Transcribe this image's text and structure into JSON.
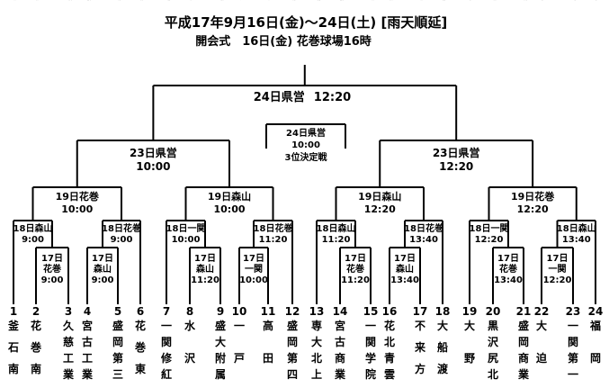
{
  "header": {
    "title": "平成17年9月16日(金)～24日(土) [雨天順延]",
    "subtitle": "開会式　16日(金) 花巻球場16時"
  },
  "final": {
    "date_venue": "24日県営",
    "time": "12:20"
  },
  "third_place": {
    "date_venue": "24日県営",
    "time": "10:00",
    "label": "3位決定戦"
  },
  "semifinals": [
    {
      "date_venue": "23日県営",
      "time": "10:00"
    },
    {
      "date_venue": "23日県営",
      "time": "12:20"
    }
  ],
  "quarterfinals": [
    {
      "date_venue": "19日花巻",
      "time": "10:00"
    },
    {
      "date_venue": "19日森山",
      "time": "10:00"
    },
    {
      "date_venue": "19日森山",
      "time": "12:20"
    },
    {
      "date_venue": "19日花巻",
      "time": "12:20"
    }
  ],
  "round2": [
    {
      "date_venue": "18日森山",
      "time": "9:00"
    },
    {
      "date_venue": "18日花巻",
      "time": "9:00"
    },
    {
      "date_venue": "18日一関",
      "time": "10:00"
    },
    {
      "date_venue": "18日花巻",
      "time": "11:20"
    },
    {
      "date_venue": "18日森山",
      "time": "11:20"
    },
    {
      "date_venue": "18日花巻",
      "time": "13:40"
    },
    {
      "date_venue": "18日一関",
      "time": "12:20"
    },
    {
      "date_venue": "18日森山",
      "time": "13:40"
    }
  ],
  "round1": [
    {
      "date": "17日",
      "venue": "花巻",
      "time": "9:00"
    },
    {
      "date": "17日",
      "venue": "森山",
      "time": "9:00"
    },
    {
      "date": "17日",
      "venue": "森山",
      "time": "11:20"
    },
    {
      "date": "17日",
      "venue": "一関",
      "time": "10:00"
    },
    {
      "date": "17日",
      "venue": "花巻",
      "time": "11:20"
    },
    {
      "date": "17日",
      "venue": "森山",
      "time": "13:40"
    },
    {
      "date": "17日",
      "venue": "花巻",
      "time": "13:40"
    },
    {
      "date": "17日",
      "venue": "一関",
      "time": "12:20"
    }
  ],
  "teams": [
    {
      "no": "1",
      "name": "釜石南"
    },
    {
      "no": "2",
      "name": "花巻南"
    },
    {
      "no": "3",
      "name": "久慈工業"
    },
    {
      "no": "4",
      "name": "宮古工業"
    },
    {
      "no": "5",
      "name": "盛岡第三"
    },
    {
      "no": "6",
      "name": "花巻東"
    },
    {
      "no": "7",
      "name": "一関修紅"
    },
    {
      "no": "8",
      "name": "水沢"
    },
    {
      "no": "9",
      "name": "盛大附属"
    },
    {
      "no": "10",
      "name": "一戸"
    },
    {
      "no": "11",
      "name": "高田"
    },
    {
      "no": "12",
      "name": "盛岡第四"
    },
    {
      "no": "13",
      "name": "専大北上"
    },
    {
      "no": "14",
      "name": "宮古商業"
    },
    {
      "no": "15",
      "name": "一関学院"
    },
    {
      "no": "16",
      "name": "花北青雲"
    },
    {
      "no": "17",
      "name": "不来方"
    },
    {
      "no": "18",
      "name": "大船渡"
    },
    {
      "no": "19",
      "name": "大野"
    },
    {
      "no": "20",
      "name": "黒沢尻北"
    },
    {
      "no": "21",
      "name": "盛岡商業"
    },
    {
      "no": "22",
      "name": "大迫"
    },
    {
      "no": "23",
      "name": "一関第一"
    },
    {
      "no": "24",
      "name": "福岡"
    }
  ]
}
